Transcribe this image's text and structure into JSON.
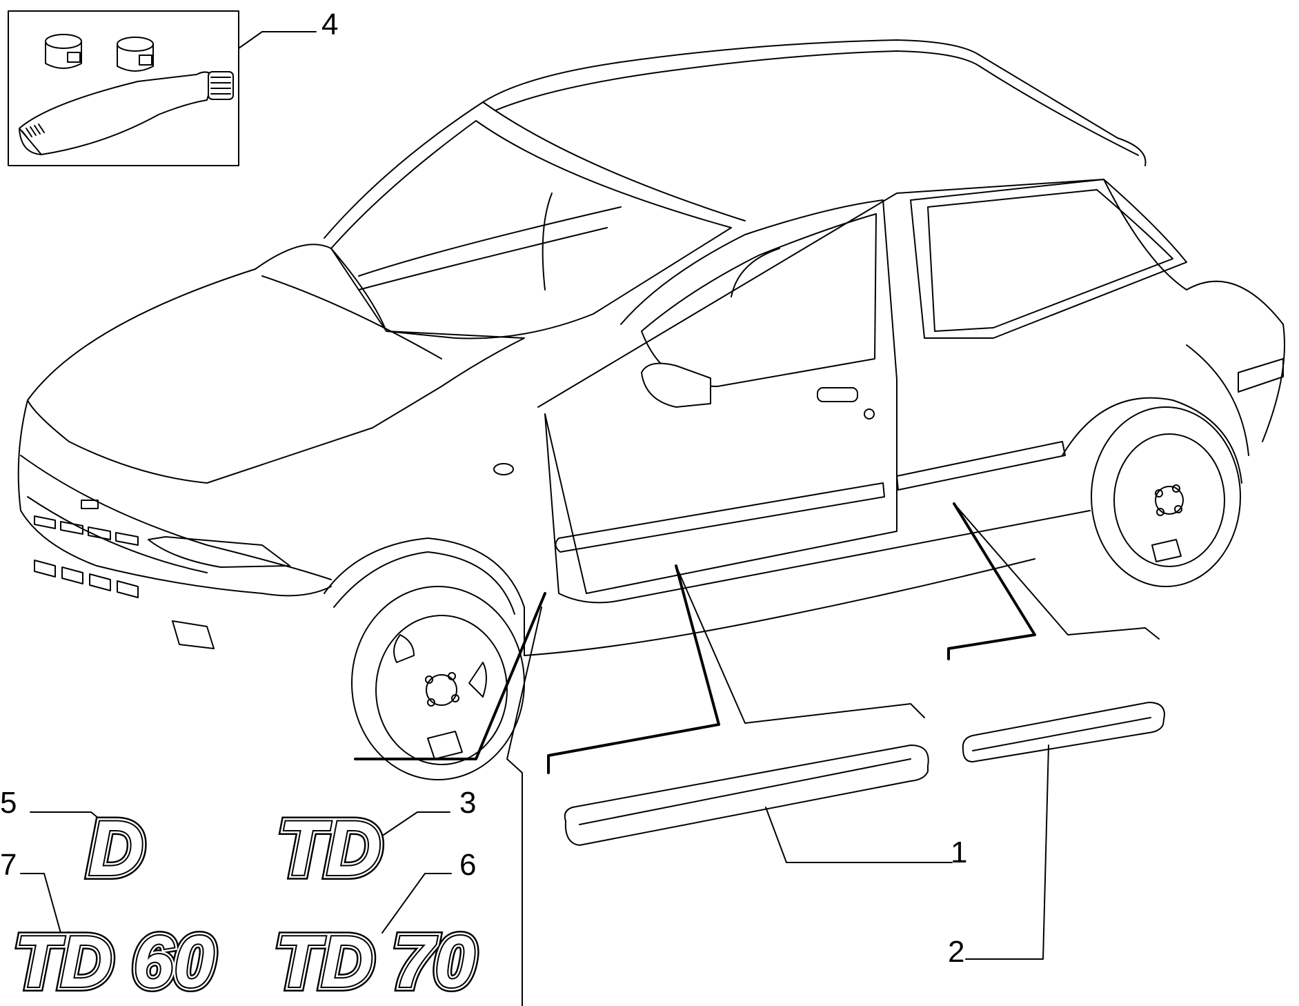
{
  "callouts": {
    "c1": "1",
    "c2": "2",
    "c3": "3",
    "c4": "4",
    "c5": "5",
    "c6": "6",
    "c7": "7"
  },
  "badges": {
    "d": "D",
    "td": "TD",
    "td60": "TD 60",
    "td70": "TD 70"
  }
}
